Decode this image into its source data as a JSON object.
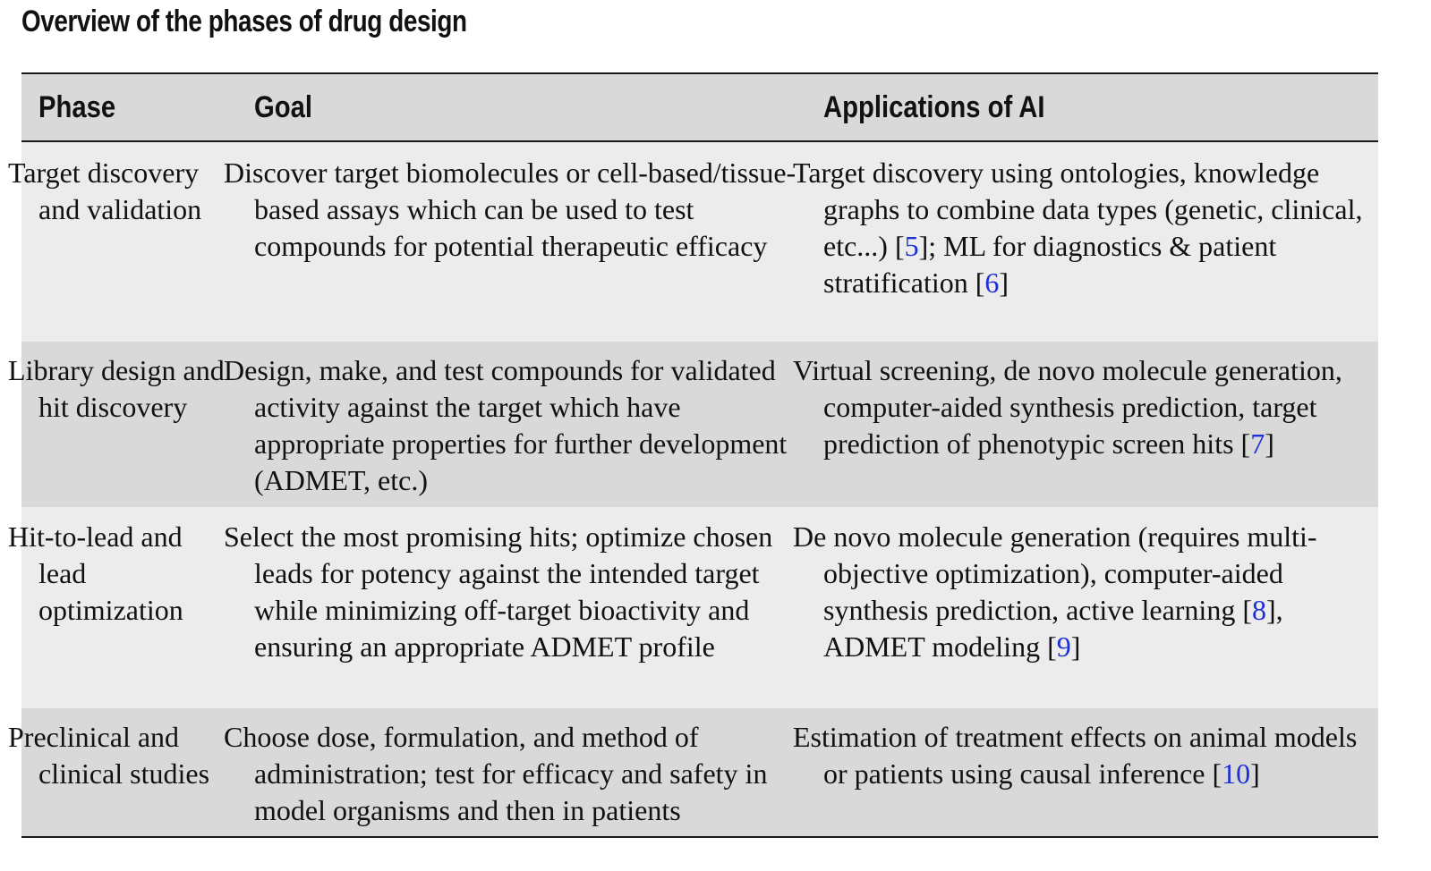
{
  "title": "Overview of the phases of drug design",
  "headers": {
    "phase": "Phase",
    "goal": "Goal",
    "applications": "Applications of AI"
  },
  "rows": [
    {
      "phase": "Target discovery and validation",
      "goal": "Discover target biomolecules or cell-based/tissue-based assays which can be used to test compounds for potential therapeutic efficacy",
      "applications": {
        "text_1": "Target discovery using ontologies, knowledge graphs to combine data types (genetic, clinical, etc...) [",
        "ref_1": "5",
        "text_2": "]; ML for diagnostics & patient stratification [",
        "ref_2": "6",
        "text_3": "]"
      }
    },
    {
      "phase": "Library design and hit discovery",
      "goal": "Design, make, and test compounds for validated activity against the target which have appropriate properties for further development (ADMET, etc.)",
      "applications": {
        "text_1": "Virtual screening, de novo molecule generation, computer-aided synthesis prediction, target prediction of phenotypic screen hits [",
        "ref_1": "7",
        "text_2": "]"
      }
    },
    {
      "phase": "Hit-to-lead and lead optimization",
      "goal": "Select the most promising hits; optimize chosen leads for potency against the intended target while minimizing off-target bioactivity and ensuring an appropriate ADMET profile",
      "applications": {
        "text_1": "De novo molecule generation (requires multi-objective optimization), computer-aided synthesis prediction, active learning [",
        "ref_1": "8",
        "text_2": "], ADMET modeling [",
        "ref_2": "9",
        "text_3": "]"
      }
    },
    {
      "phase": "Preclinical and clinical studies",
      "goal": "Choose dose, formulation, and method of administration; test for efficacy and safety in model organisms and then in patients",
      "applications": {
        "text_1": "Estimation of treatment effects on animal models or patients using causal inference [",
        "ref_1": "10",
        "text_2": "]"
      }
    }
  ],
  "colors": {
    "header_bg": "#d9d9d9",
    "row_light_bg": "#ececec",
    "row_dark_bg": "#d9d9d9",
    "reference_link": "#1f2fd8",
    "rule": "#1a1a1a"
  }
}
